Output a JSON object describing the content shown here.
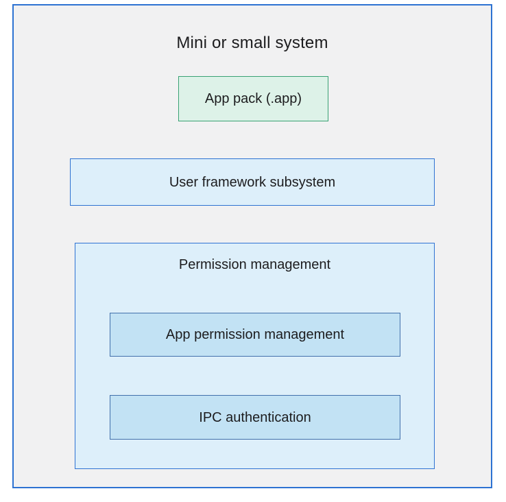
{
  "diagram": {
    "title": "Mini or small system",
    "nodes": {
      "app_pack": {
        "label": "App pack (.app)"
      },
      "user_framework": {
        "label": "User framework subsystem"
      },
      "permission": {
        "label": "Permission management",
        "children": [
          {
            "label": "App permission management"
          },
          {
            "label": "IPC authentication"
          }
        ]
      }
    },
    "colors": {
      "page_background": "#ffffff",
      "outer_fill": "#f1f1f2",
      "outer_border": "#2d72d2",
      "blue_fill": "#ddeffa",
      "blue_border": "#2d72d2",
      "green_fill": "#ddf2e8",
      "green_border": "#38a173",
      "inner_fill": "#c2e2f4",
      "inner_border": "#4170ab",
      "text": "#1c1c1e"
    }
  }
}
